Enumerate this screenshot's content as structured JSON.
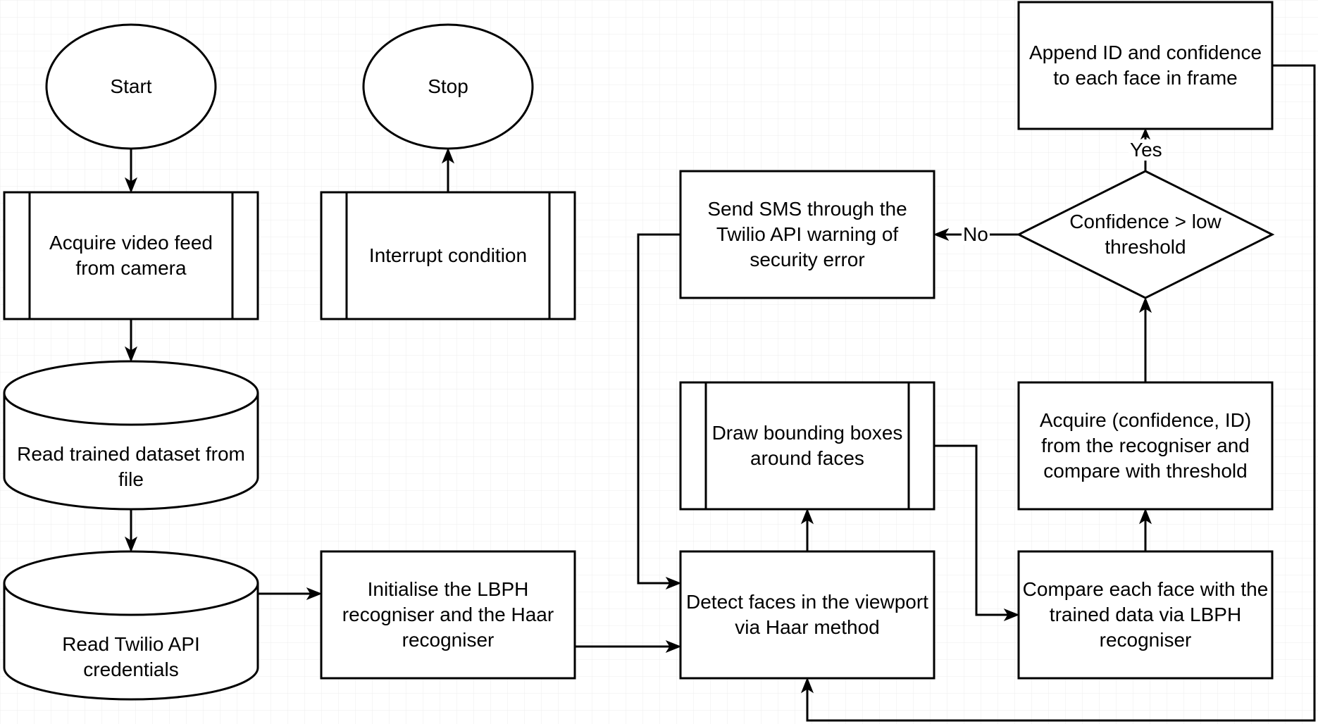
{
  "nodes": {
    "start": "Start",
    "stop": "Stop",
    "acquire_video": "Acquire video feed from camera",
    "interrupt": "Interrupt condition",
    "read_dataset": "Read trained dataset from file",
    "read_twilio": "Read Twilio API credentials",
    "init_lbph": "Initialise the LBPH recogniser and the Haar recogniser",
    "detect_faces": "Detect faces in the viewport via Haar method",
    "draw_boxes": "Draw bounding boxes around faces",
    "send_sms": "Send SMS through the Twilio API warning of security error",
    "compare_faces": "Compare each face with the trained data via LBPH recogniser",
    "acquire_confidence": "Acquire (confidence, ID) from the recogniser and compare with threshold",
    "decision": "Confidence > low threshold",
    "append_id": "Append ID and confidence to each face in frame"
  },
  "edge_labels": {
    "yes": "Yes",
    "no": "No"
  }
}
